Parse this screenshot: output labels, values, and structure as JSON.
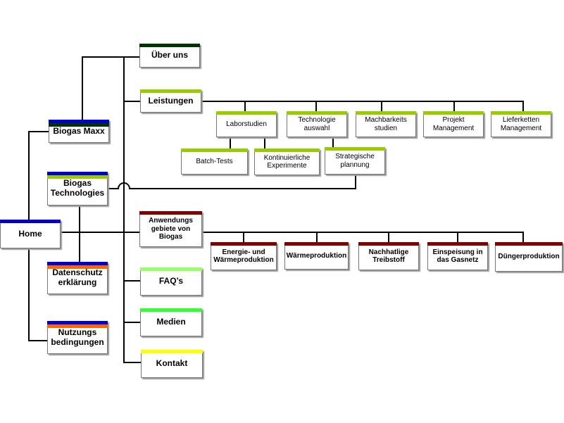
{
  "colors": {
    "blue": "#0000cc",
    "dark_green": "#003300",
    "black": "#000000",
    "olive_green": "#99cc00",
    "orange": "#ff6600",
    "dark_red": "#800000",
    "light_green": "#99ff66",
    "green": "#33ff33",
    "yellow": "#ffff00",
    "line": "#000000"
  },
  "nodes": {
    "home": {
      "label": "Home",
      "bar": [
        "blue"
      ]
    },
    "biogas_maxx": {
      "label": "Biogas Maxx",
      "bar": [
        "blue",
        "dark_green"
      ]
    },
    "biogas_technologies": {
      "label": "Biogas\nTechnologies",
      "bar": [
        "blue",
        "olive_green"
      ]
    },
    "datenschutz": {
      "label": "Datenschutz\nerklärung",
      "bar": [
        "blue",
        "orange"
      ]
    },
    "nutzungsbedingungen": {
      "label": "Nutzungs\nbedingungen",
      "bar": [
        "blue",
        "orange"
      ]
    },
    "ueber_uns": {
      "label": "Über uns",
      "bar": [
        "dark_green"
      ]
    },
    "leistungen": {
      "label": "Leistungen",
      "bar": [
        "olive_green"
      ]
    },
    "anwendungsgebiete": {
      "label": "Anwendungs\ngebiete von\nBiogas",
      "bar": [
        "dark_red"
      ]
    },
    "faqs": {
      "label": "FAQ’s",
      "bar": [
        "light_green"
      ]
    },
    "medien": {
      "label": "Medien",
      "bar": [
        "green"
      ]
    },
    "kontakt": {
      "label": "Kontakt",
      "bar": [
        "yellow"
      ]
    },
    "laborstudien": {
      "label": "Laborstudien",
      "bar": [
        "olive_green"
      ]
    },
    "technologieauswahl": {
      "label": "Technologie\nauswahl",
      "bar": [
        "olive_green"
      ]
    },
    "machbarkeitsstudien": {
      "label": "Machbarkeits\nstudien",
      "bar": [
        "olive_green"
      ]
    },
    "projektmanagement": {
      "label": "Projekt\nManagement",
      "bar": [
        "olive_green"
      ]
    },
    "lieferkettenmanagement": {
      "label": "Lieferketten\nManagement",
      "bar": [
        "olive_green"
      ]
    },
    "batch_tests": {
      "label": "Batch-Tests",
      "bar": [
        "olive_green"
      ]
    },
    "kontinuierliche_experimente": {
      "label": "Kontinuierliche\nExperimente",
      "bar": [
        "olive_green"
      ]
    },
    "strategische_planung": {
      "label": "Strategische\nplannung",
      "bar": [
        "olive_green"
      ]
    },
    "energie_waermeproduktion": {
      "label": "Energie- und\nWärmeproduktion",
      "bar": [
        "dark_red"
      ]
    },
    "waermeproduktion": {
      "label": "Wärmeproduktion",
      "bar": [
        "dark_red"
      ]
    },
    "nachhaltige_treibstoff": {
      "label": "Nachhatlige\nTreibstoff",
      "bar": [
        "dark_red"
      ]
    },
    "einspeisung": {
      "label": "Einspeisung in\ndas Gasnetz",
      "bar": [
        "dark_red"
      ]
    },
    "duengerproduktion": {
      "label": "Düngerproduktion",
      "bar": [
        "dark_red"
      ]
    }
  }
}
